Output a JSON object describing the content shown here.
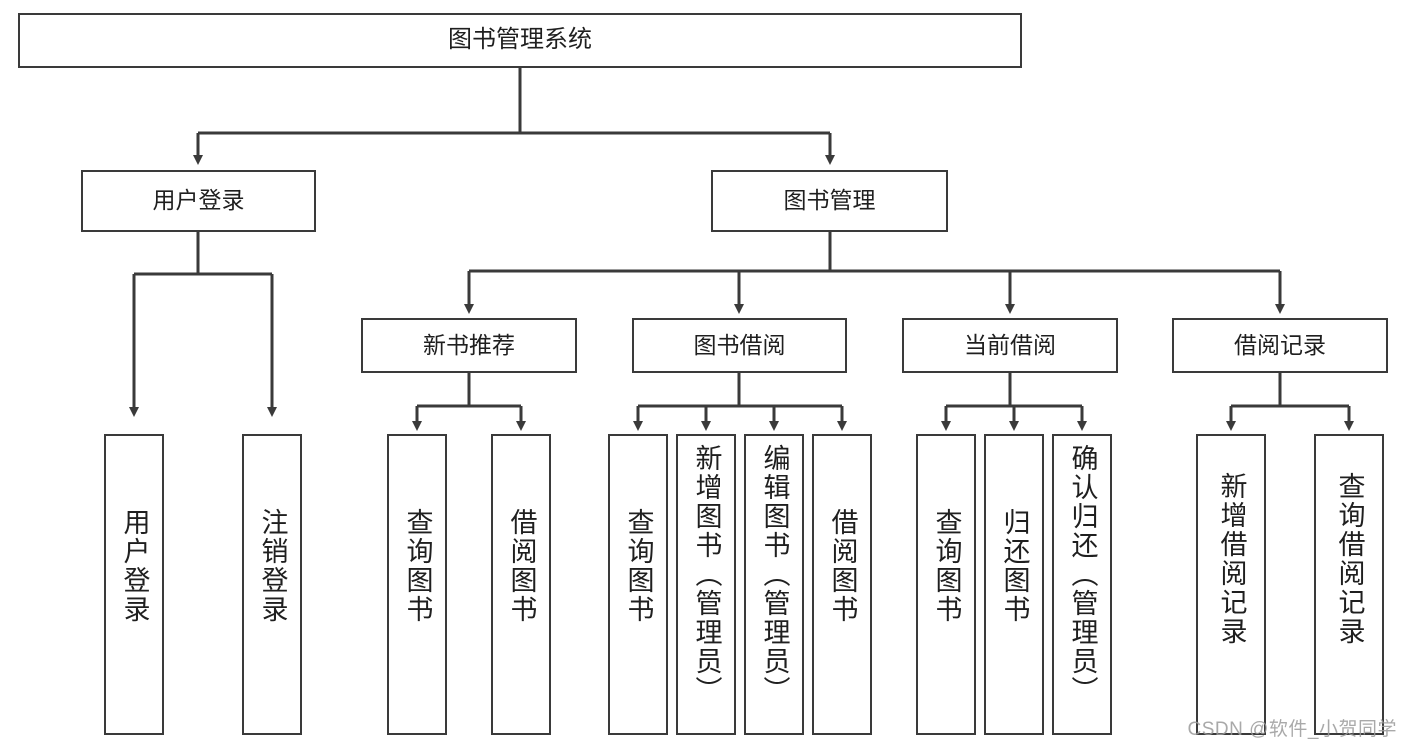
{
  "diagram": {
    "title": "图书管理系统",
    "type": "hierarchy-tree",
    "watermark": "CSDN @软件_小贺同学",
    "style": {
      "border_color": "#3a3a3a",
      "fill_color": "#ffffff",
      "text_color": "#1f1f1f",
      "edge_color": "#3a3a3a",
      "watermark_color": "#9b9b9b"
    },
    "nodes": {
      "root": {
        "label": "图书管理系统",
        "level": 1,
        "orientation": "horizontal"
      },
      "l2": [
        {
          "id": "user-login",
          "label": "用户登录",
          "level": 2,
          "orientation": "horizontal"
        },
        {
          "id": "book-manage",
          "label": "图书管理",
          "level": 2,
          "orientation": "horizontal"
        }
      ],
      "l3": [
        {
          "id": "new-book-recommend",
          "label": "新书推荐",
          "level": 3,
          "orientation": "horizontal"
        },
        {
          "id": "book-borrow",
          "label": "图书借阅",
          "level": 3,
          "orientation": "horizontal"
        },
        {
          "id": "current-borrow",
          "label": "当前借阅",
          "level": 3,
          "orientation": "horizontal"
        },
        {
          "id": "borrow-record",
          "label": "借阅记录",
          "level": 3,
          "orientation": "horizontal"
        }
      ],
      "leaves": [
        {
          "id": "leaf-user-login",
          "label": "用户登录",
          "parent": "user-login",
          "orientation": "vertical"
        },
        {
          "id": "leaf-logout-login",
          "label": "注销登录",
          "parent": "user-login",
          "orientation": "vertical"
        },
        {
          "id": "leaf-query-book-1",
          "label": "查询图书",
          "parent": "new-book-recommend",
          "orientation": "vertical"
        },
        {
          "id": "leaf-borrow-book-1",
          "label": "借阅图书",
          "parent": "new-book-recommend",
          "orientation": "vertical"
        },
        {
          "id": "leaf-query-book-2",
          "label": "查询图书",
          "parent": "book-borrow",
          "orientation": "vertical"
        },
        {
          "id": "leaf-add-book",
          "label": "新增图书（管理员）",
          "parent": "book-borrow",
          "orientation": "vertical"
        },
        {
          "id": "leaf-edit-book",
          "label": "编辑图书（管理员）",
          "parent": "book-borrow",
          "orientation": "vertical"
        },
        {
          "id": "leaf-borrow-book-2",
          "label": "借阅图书",
          "parent": "book-borrow",
          "orientation": "vertical"
        },
        {
          "id": "leaf-query-book-3",
          "label": "查询图书",
          "parent": "current-borrow",
          "orientation": "vertical"
        },
        {
          "id": "leaf-return-book",
          "label": "归还图书",
          "parent": "current-borrow",
          "orientation": "vertical"
        },
        {
          "id": "leaf-confirm-return",
          "label": "确认归还（管理员）",
          "parent": "current-borrow",
          "orientation": "vertical"
        },
        {
          "id": "leaf-add-record",
          "label": "新增借阅记录",
          "parent": "borrow-record",
          "orientation": "vertical"
        },
        {
          "id": "leaf-query-record",
          "label": "查询借阅记录",
          "parent": "borrow-record",
          "orientation": "vertical"
        }
      ]
    }
  }
}
